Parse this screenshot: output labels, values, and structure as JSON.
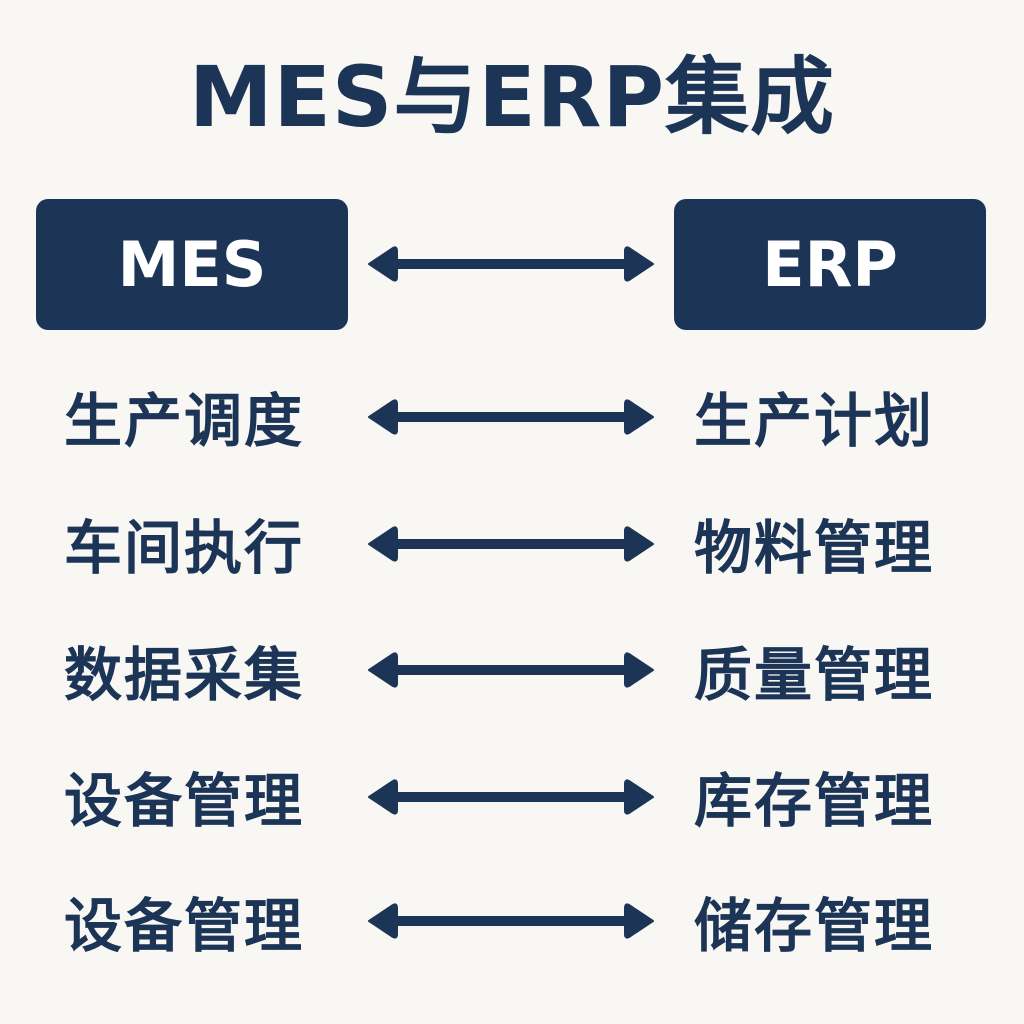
{
  "title": "MES与ERP集成",
  "colors": {
    "background": "#f8f7f4",
    "primary": "#1c3456",
    "box_text": "#ffffff"
  },
  "systems": {
    "left": "MES",
    "right": "ERP"
  },
  "arrow_icon": "double-headed-arrow",
  "mappings": [
    {
      "mes": "生产调度",
      "erp": "生产计划"
    },
    {
      "mes": "车间执行",
      "erp": "物料管理"
    },
    {
      "mes": "数据采集",
      "erp": "质量管理"
    },
    {
      "mes": "设备管理",
      "erp": "库存管理"
    },
    {
      "mes": "设备管理",
      "erp": "储存管理"
    }
  ]
}
